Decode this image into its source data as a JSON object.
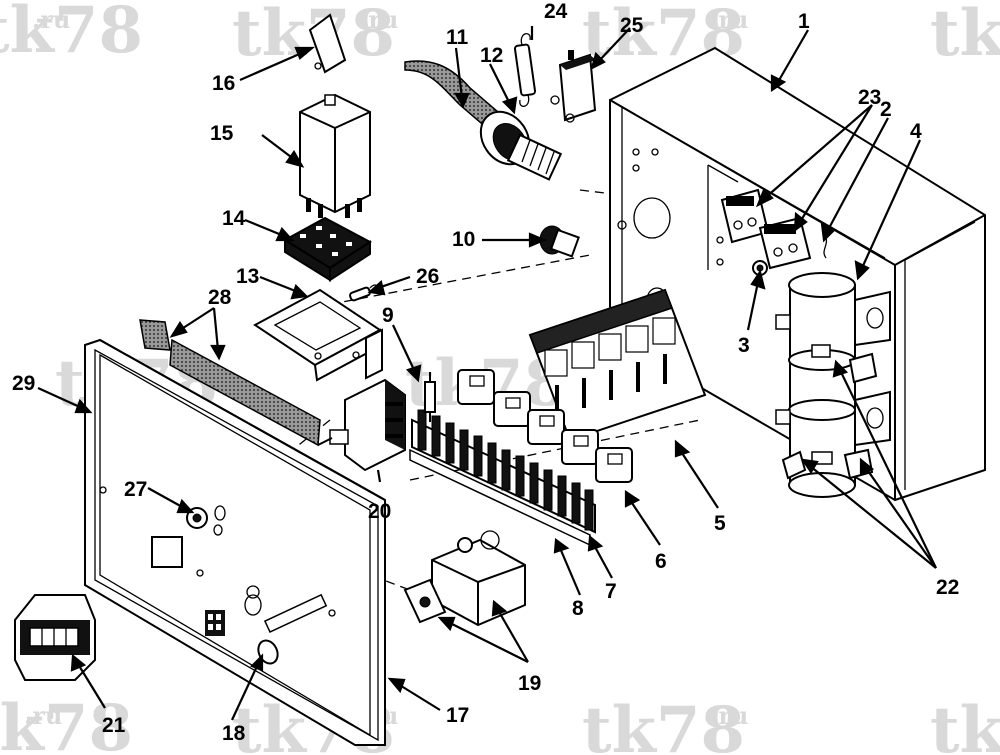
{
  "watermark": {
    "main": "tk78",
    "suffix": ".ru"
  },
  "callouts": [
    {
      "id": "c1",
      "label": "1"
    },
    {
      "id": "c2",
      "label": "2"
    },
    {
      "id": "c3",
      "label": "3"
    },
    {
      "id": "c4",
      "label": "4"
    },
    {
      "id": "c5",
      "label": "5"
    },
    {
      "id": "c6",
      "label": "6"
    },
    {
      "id": "c7",
      "label": "7"
    },
    {
      "id": "c8",
      "label": "8"
    },
    {
      "id": "c9",
      "label": "9"
    },
    {
      "id": "c10",
      "label": "10"
    },
    {
      "id": "c11",
      "label": "11"
    },
    {
      "id": "c12",
      "label": "12"
    },
    {
      "id": "c13",
      "label": "13"
    },
    {
      "id": "c14",
      "label": "14"
    },
    {
      "id": "c15",
      "label": "15"
    },
    {
      "id": "c16",
      "label": "16"
    },
    {
      "id": "c17",
      "label": "17"
    },
    {
      "id": "c18",
      "label": "18"
    },
    {
      "id": "c19",
      "label": "19"
    },
    {
      "id": "c20",
      "label": "20"
    },
    {
      "id": "c21",
      "label": "21"
    },
    {
      "id": "c22",
      "label": "22"
    },
    {
      "id": "c23",
      "label": "23"
    },
    {
      "id": "c24",
      "label": "24"
    },
    {
      "id": "c25",
      "label": "25"
    },
    {
      "id": "c26",
      "label": "26"
    },
    {
      "id": "c27",
      "label": "27"
    },
    {
      "id": "c28",
      "label": "28"
    },
    {
      "id": "c29",
      "label": "29"
    }
  ]
}
